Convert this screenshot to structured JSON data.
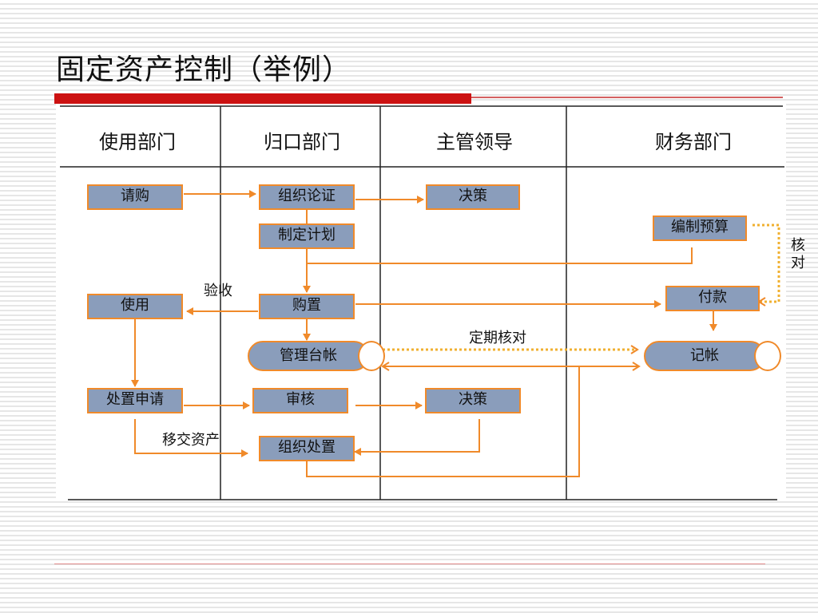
{
  "title": "固定资产控制（举例）",
  "colors": {
    "accent_red": "#cc1111",
    "arrow_orange": "#f08a2a",
    "box_fill": "#8a9dbb"
  },
  "columns": [
    "使用部门",
    "归口部门",
    "主管领导",
    "财务部门"
  ],
  "nodes": {
    "request": "请购",
    "organize_review": "组织论证",
    "decision_1": "决策",
    "draft_plan": "制定计划",
    "prepare_budget": "编制预算",
    "purchase": "购置",
    "use": "使用",
    "payment": "付款",
    "asset_ledger": "管理台帐",
    "bookkeeping": "记帐",
    "disposal_request": "处置申请",
    "audit": "审核",
    "decision_2": "决策",
    "organize_disposal": "组织处置"
  },
  "labels": {
    "acceptance": "验收",
    "periodic_reconcile": "定期核对",
    "reconcile": "核对",
    "transfer_assets": "移交资产"
  }
}
